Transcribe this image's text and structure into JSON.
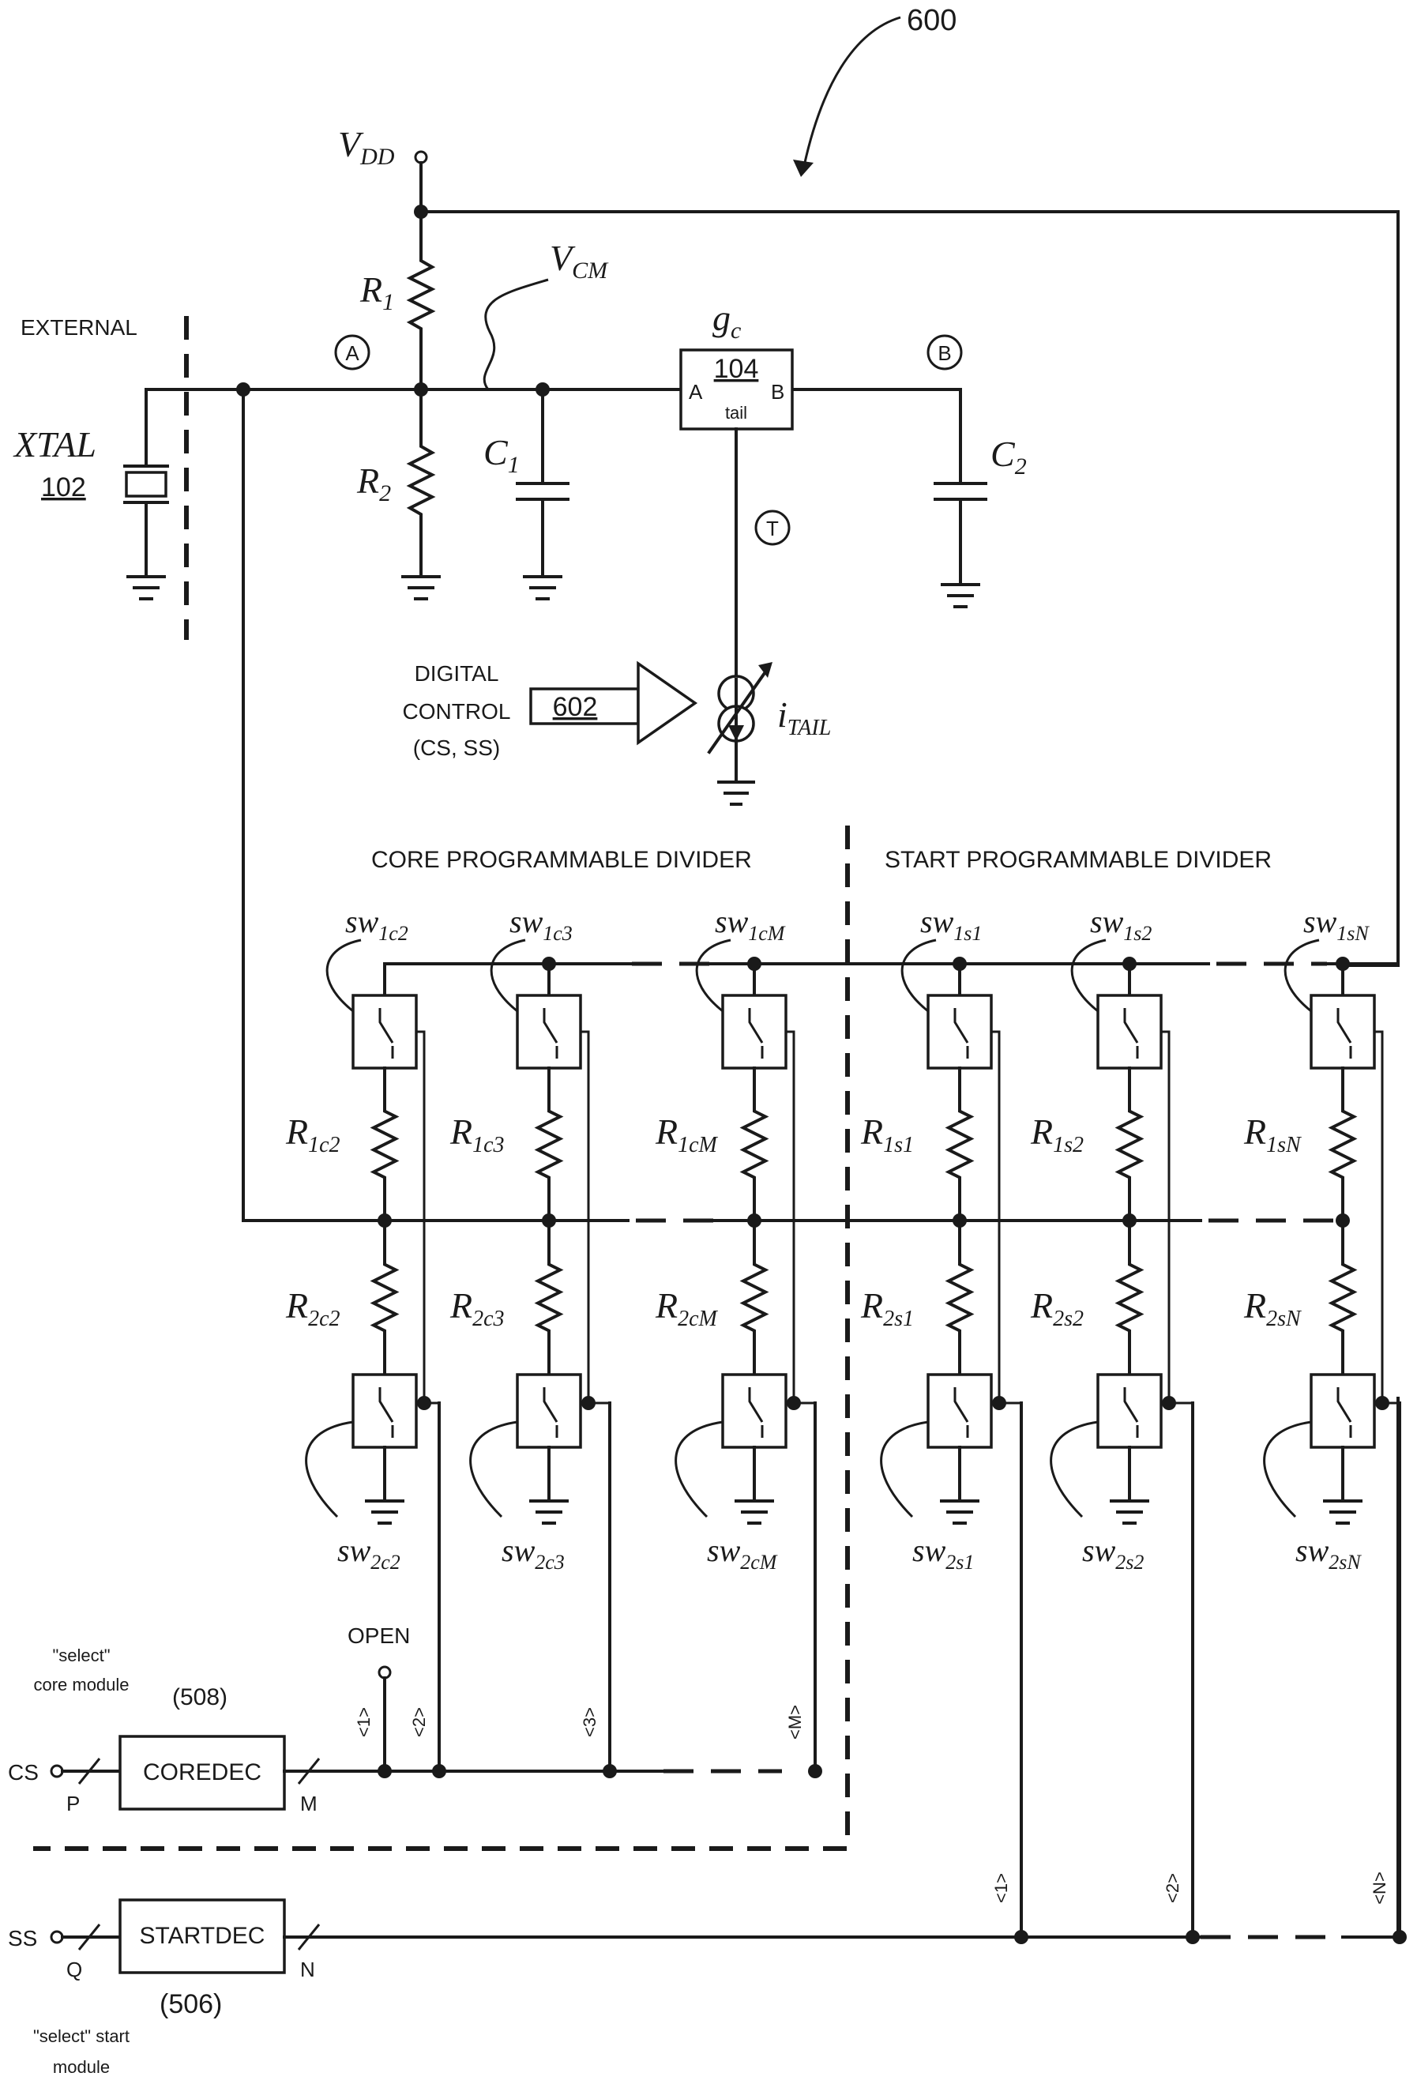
{
  "figure_number": "600",
  "supply": {
    "name": "V",
    "sub": "DD"
  },
  "external_label": "EXTERNAL",
  "xtal": {
    "label": "XTAL",
    "ref": "102"
  },
  "vcm": {
    "name": "V",
    "sub": "CM"
  },
  "resistors": {
    "r1": {
      "name": "R",
      "sub": "1"
    },
    "r2": {
      "name": "R",
      "sub": "2"
    }
  },
  "capacitors": {
    "c1": {
      "name": "C",
      "sub": "1"
    },
    "c2": {
      "name": "C",
      "sub": "2"
    }
  },
  "nodes": {
    "a": "A",
    "b": "B",
    "t": "T"
  },
  "gc_block": {
    "name": "g",
    "sub": "c",
    "ref": "104",
    "in": "A",
    "out": "B",
    "tail": "tail"
  },
  "tail_source": {
    "name": "i",
    "sub": "TAIL"
  },
  "digital_control": {
    "line1": "DIGITAL",
    "line2": "CONTROL",
    "line3": "(CS, SS)",
    "ref": "602"
  },
  "core_title": "CORE PROGRAMMABLE DIVIDER",
  "start_title": "START PROGRAMMABLE DIVIDER",
  "core_columns": [
    {
      "sw1": "1c2",
      "r1": "1c2",
      "r2": "2c2",
      "sw2": "2c2",
      "bus": "<2>"
    },
    {
      "sw1": "1c3",
      "r1": "1c3",
      "r2": "2c3",
      "sw2": "2c3",
      "bus": "<3>"
    },
    {
      "sw1": "1cM",
      "r1": "1cM",
      "r2": "2cM",
      "sw2": "2cM",
      "bus": "<M>"
    }
  ],
  "start_columns": [
    {
      "sw1": "1s1",
      "r1": "1s1",
      "r2": "2s1",
      "sw2": "2s1",
      "bus": "<1>"
    },
    {
      "sw1": "1s2",
      "r1": "1s2",
      "r2": "2s2",
      "sw2": "2s2",
      "bus": "<2>"
    },
    {
      "sw1": "1sN",
      "r1": "1sN",
      "r2": "2sN",
      "sw2": "2sN",
      "bus": "<N>"
    }
  ],
  "sw_name": "SW",
  "r_name": "R",
  "open_label": "OPEN",
  "open_bus": "<1>",
  "coredec": {
    "label": "COREDEC",
    "ref": "(508)",
    "input": "CS",
    "in_width": "P",
    "out_width": "M",
    "note_line1": "\"select\"",
    "note_line2": "core module"
  },
  "startdec": {
    "label": "STARTDEC",
    "ref": "(506)",
    "input": "SS",
    "in_width": "Q",
    "out_width": "N",
    "note_line1": "\"select\" start",
    "note_line2": "module"
  }
}
